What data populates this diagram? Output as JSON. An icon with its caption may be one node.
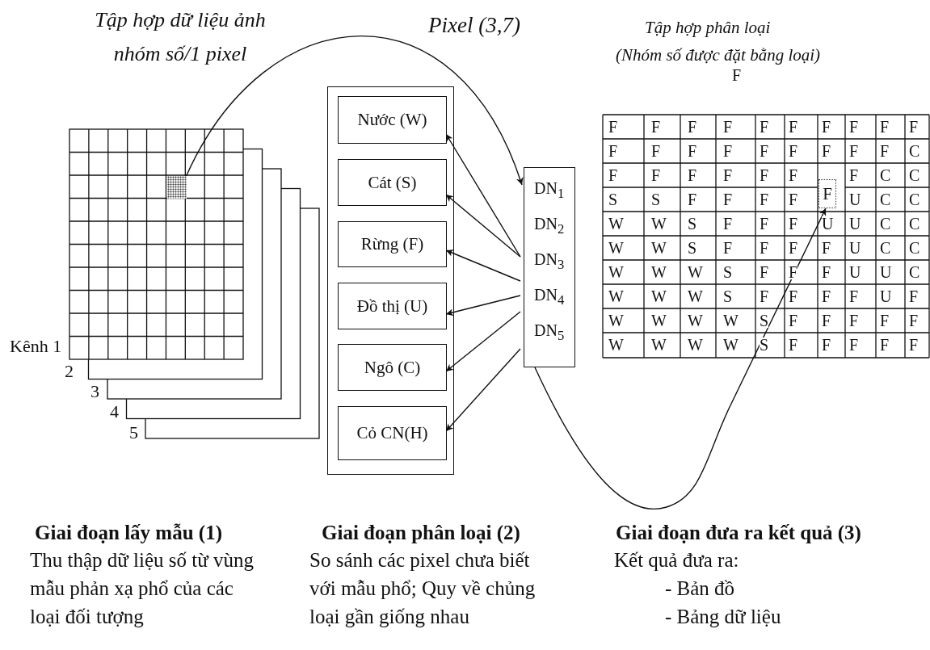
{
  "diagram": {
    "nodes": [
      {
        "text": [],
        "shape": "box"
      },
      {
        "text": [],
        "shape": "box"
      },
      {
        "text": [
          "Nước (W)"
        ],
        "in": 1
      },
      {
        "text": [
          "Cát (S)"
        ],
        "in": 1
      },
      {
        "text": [
          "Rừng (F)"
        ],
        "in": 1
      },
      {
        "text": [
          "Đồ thị (U)"
        ],
        "in": 1
      },
      {
        "text": [
          "Ngô (C)"
        ],
        "in": 1
      },
      {
        "text": [
          "Cỏ CN(H)"
        ],
        "in": 1
      },
      {
        "text": [
          "DN$_{1}$",
          "DN$_{2}$",
          "DN$_{3}$",
          "DN$_{4}$",
          "DN$_{5}$"
        ]
      },
      {
        "text": [
          "F"
        ]
      }
    ],
    "edges": [
      {
        "from": 0,
        "to": 8,
        "arrow": "to",
        "label": "Pixel (3,7)"
      },
      {
        "from": 8,
        "to": 2,
        "arrow": "to"
      },
      {
        "from": 8,
        "to": 3,
        "arrow": "to"
      },
      {
        "from": 8,
        "to": 4,
        "arrow": "to"
      },
      {
        "from": 8,
        "to": 5,
        "arrow": "to"
      },
      {
        "from": 8,
        "to": 6,
        "arrow": "to"
      },
      {
        "from": 8,
        "to": 7,
        "arrow": "to"
      },
      {
        "from": 8,
        "to": 9,
        "arrow": "to"
      }
    ],
    "labels": [
      "Tập hợp dữ liệu ảnh nhóm số/1 pixel",
      "Tập hợp phân loại",
      "(Nhóm số được đặt bằng loại)",
      "F",
      "F",
      "F",
      "F",
      "F",
      "F",
      "F",
      "F",
      "F",
      "F",
      "F",
      "F",
      "F",
      "F",
      "F",
      "F",
      "F",
      "F",
      "F",
      "F",
      "C",
      "F",
      "F",
      "F",
      "F",
      "F",
      "F",
      "F",
      "C",
      "C",
      "S",
      "S",
      "F",
      "F",
      "F",
      "F",
      "U",
      "C",
      "C",
      "W",
      "W",
      "S",
      "F",
      "F",
      "F",
      "U",
      "U",
      "C",
      "C",
      "W",
      "W",
      "S",
      "F",
      "F",
      "F",
      "F",
      "U",
      "C",
      "C",
      "W",
      "W",
      "W",
      "S",
      "F",
      "F",
      "F",
      "U",
      "U",
      "C",
      "W",
      "W",
      "W",
      "S",
      "F",
      "F",
      "F",
      "F",
      "U",
      "F",
      "W",
      "W",
      "W",
      "W",
      "S",
      "F",
      "F",
      "F",
      "F",
      "F",
      "Kênh 1",
      "W",
      "W",
      "W",
      "W",
      "S",
      "F",
      "F",
      "F",
      "F",
      "F",
      "2",
      "3",
      "4",
      "5",
      "Giai đoạn lấy mẫu (1)",
      "Thu thập dữ liệu số từ vùng mẫu phản xạ phổ của các loại đối tượng",
      "Giai đoạn phân loại (2)",
      "So sánh các pixel chưa biết với mẫu phổ; Quy về chủng loại gần giống nhau",
      "Giai đoạn đưa ra kết quả (3)",
      "Kết quả đưa ra:",
      "- Bản đồ",
      "- Bảng dữ liệu"
    ]
  }
}
